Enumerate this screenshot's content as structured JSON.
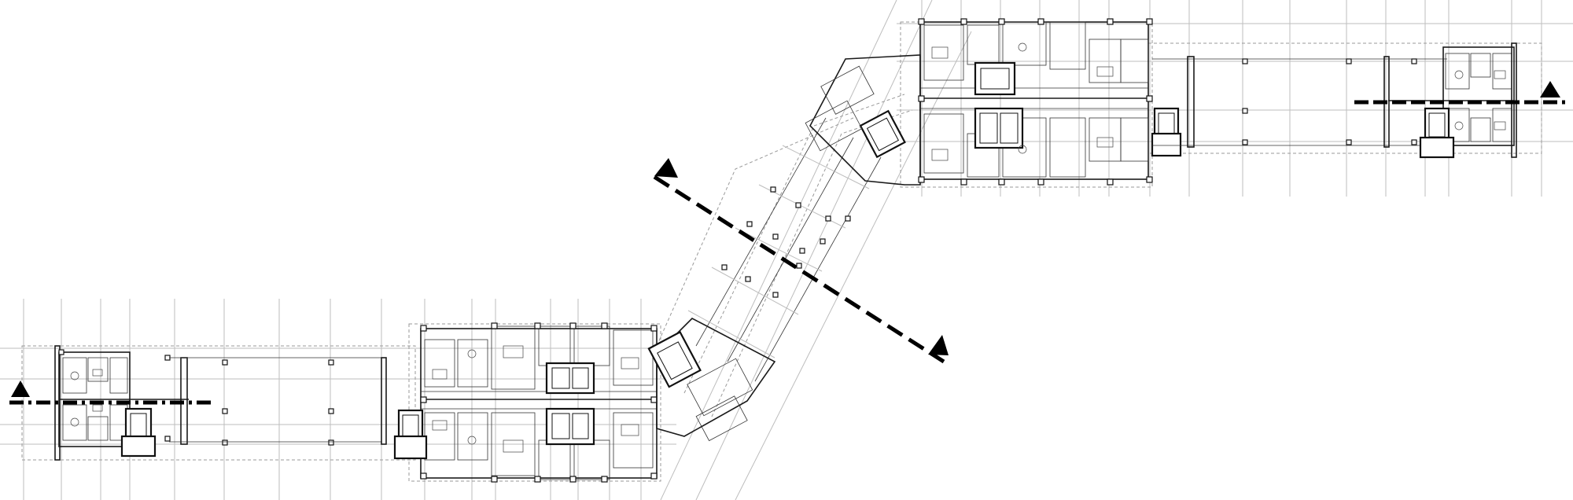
{
  "drawing": {
    "kind": "architectural floor plan",
    "text_labels": []
  },
  "colors": {
    "background": "#ffffff",
    "linework": "#1a1a1a",
    "grid": "#bdbdbd",
    "section_marker": "#000000"
  },
  "wings": [
    {
      "id": "west-wing",
      "label": ""
    },
    {
      "id": "central-block",
      "label": ""
    },
    {
      "id": "diagonal-link",
      "label": ""
    },
    {
      "id": "north-block",
      "label": ""
    },
    {
      "id": "east-wing",
      "label": ""
    }
  ],
  "section_markers": [
    {
      "id": "section-west",
      "label": ""
    },
    {
      "id": "section-diagonal",
      "label": ""
    },
    {
      "id": "section-east",
      "label": ""
    }
  ]
}
